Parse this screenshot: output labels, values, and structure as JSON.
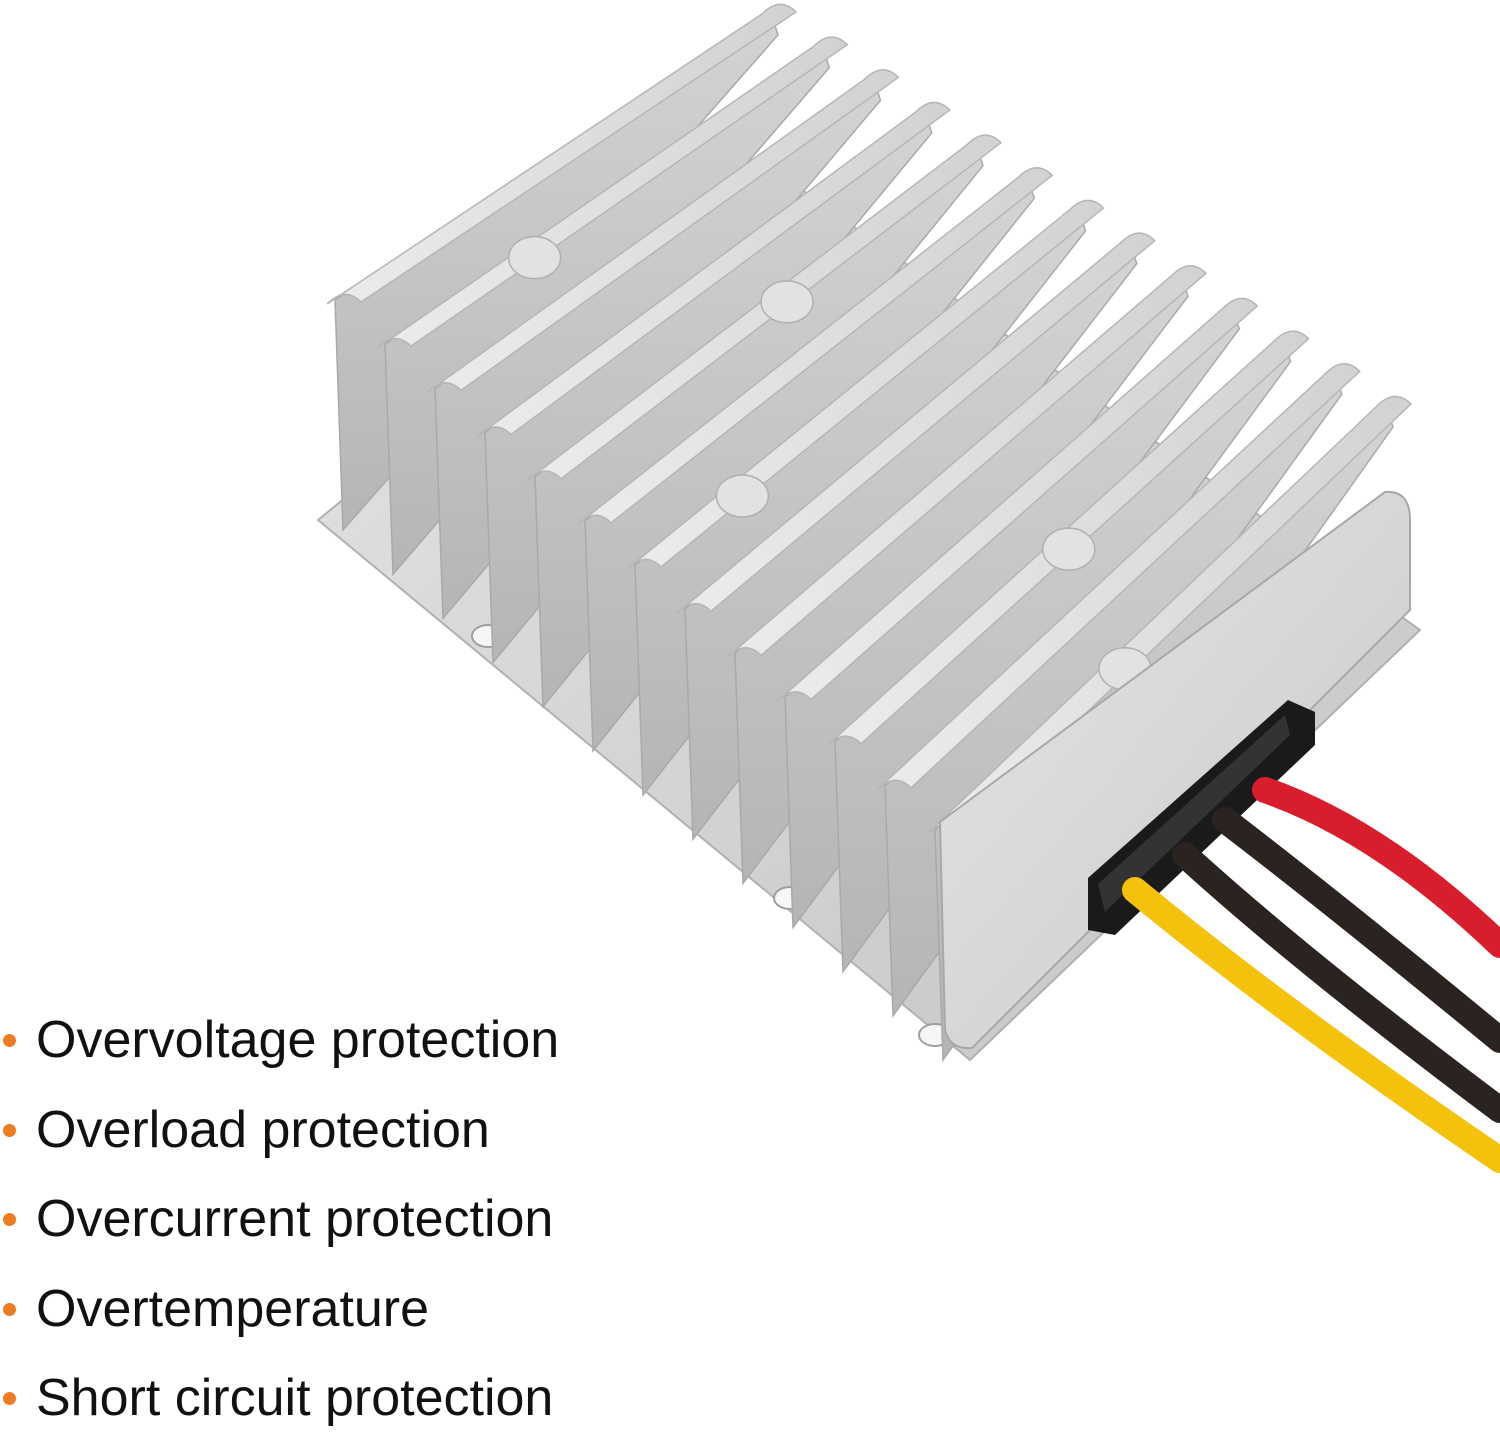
{
  "colors": {
    "bullet": "#ee7d22",
    "housing": "#d6d6d6",
    "wire_red": "#d81e2c",
    "wire_black": "#2a2320",
    "wire_yellow": "#f4c20d"
  },
  "features": [
    {
      "label": "Overvoltage protection"
    },
    {
      "label": "Overload protection"
    },
    {
      "label": "Overcurrent protection"
    },
    {
      "label": "Overtemperature"
    },
    {
      "label": "Short circuit protection"
    }
  ]
}
